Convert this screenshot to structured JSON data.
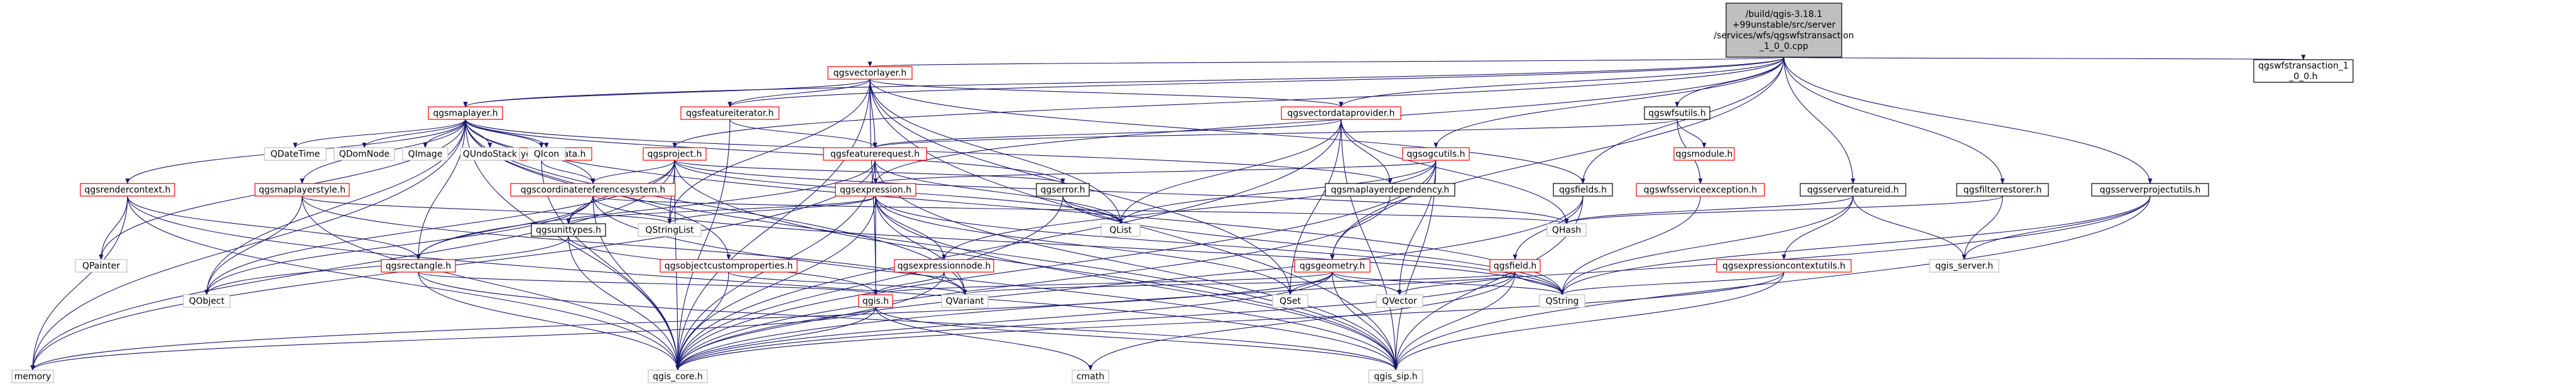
{
  "colors": {
    "edge": "#191970",
    "root_fill": "#bfbfbf",
    "box_stroke_red": "#ff0000",
    "box_stroke_gray": "#bfbfbf",
    "box_stroke_black": "#000000",
    "text": "#000000"
  },
  "nodes": [
    {
      "id": "root",
      "lines": [
        "/build/qgis-3.18.1",
        "+99unstable/src/server",
        "/services/wfs/qgswfstransaction",
        "_1_0_0.cpp"
      ],
      "style": "root"
    },
    {
      "id": "qgsvectorlayer",
      "lines": [
        "qgsvectorlayer.h"
      ],
      "style": "red"
    },
    {
      "id": "qgsmaplayer",
      "lines": [
        "qgsmaplayer.h"
      ],
      "style": "red"
    },
    {
      "id": "qgsfeatureiterator",
      "lines": [
        "qgsfeatureiterator.h"
      ],
      "style": "red"
    },
    {
      "id": "qgsfeaturerequest",
      "lines": [
        "qgsfeaturerequest.h"
      ],
      "style": "red"
    },
    {
      "id": "qgsvectordataprovider",
      "lines": [
        "qgsvectordataprovider.h"
      ],
      "style": "red"
    },
    {
      "id": "qgsproject",
      "lines": [
        "qgsproject.h"
      ],
      "style": "red"
    },
    {
      "id": "qgsogcutils",
      "lines": [
        "qgsogcutils.h"
      ],
      "style": "red"
    },
    {
      "id": "qgswfsutils",
      "lines": [
        "qgswfsutils.h"
      ],
      "style": "black"
    },
    {
      "id": "qgswfstransaction",
      "lines": [
        "qgswfstransaction_1",
        "_0_0.h"
      ],
      "style": "black"
    },
    {
      "id": "qgsmodule",
      "lines": [
        "qgsmodule.h"
      ],
      "style": "red"
    },
    {
      "id": "qgsrendercontext",
      "lines": [
        "qgsrendercontext.h"
      ],
      "style": "red"
    },
    {
      "id": "qgsmaplayerstyle",
      "lines": [
        "qgsmaplayerstyle.h"
      ],
      "style": "red"
    },
    {
      "id": "qgslayermetadata",
      "lines": [
        "qgslayermetadata.h"
      ],
      "style": "red"
    },
    {
      "id": "qgscoordinatereferencesystem",
      "lines": [
        "qgscoordinatereferencesystem.h"
      ],
      "style": "red"
    },
    {
      "id": "qgsobjectcustomproperties",
      "lines": [
        "qgsobjectcustomproperties.h"
      ],
      "style": "red"
    },
    {
      "id": "qgsexpression",
      "lines": [
        "qgsexpression.h"
      ],
      "style": "red"
    },
    {
      "id": "qgserror",
      "lines": [
        "qgserror.h"
      ],
      "style": "black"
    },
    {
      "id": "qgsmaplayerdependency",
      "lines": [
        "qgsmaplayerdependency.h"
      ],
      "style": "black"
    },
    {
      "id": "qgsfields",
      "lines": [
        "qgsfields.h"
      ],
      "style": "black"
    },
    {
      "id": "qgswfsserviceexception",
      "lines": [
        "qgswfsserviceexception.h"
      ],
      "style": "red"
    },
    {
      "id": "qgsserverfeatureid",
      "lines": [
        "qgsserverfeatureid.h"
      ],
      "style": "black"
    },
    {
      "id": "qgsfilterrestorer",
      "lines": [
        "qgsfilterrestorer.h"
      ],
      "style": "black"
    },
    {
      "id": "qgsserverprojectutils",
      "lines": [
        "qgsserverprojectutils.h"
      ],
      "style": "black"
    },
    {
      "id": "QDateTime",
      "lines": [
        "QDateTime"
      ],
      "style": "gray"
    },
    {
      "id": "QDomNode",
      "lines": [
        "QDomNode"
      ],
      "style": "gray"
    },
    {
      "id": "QImage",
      "lines": [
        "QImage"
      ],
      "style": "gray"
    },
    {
      "id": "QUndoStack",
      "lines": [
        "QUndoStack"
      ],
      "style": "gray"
    },
    {
      "id": "QIcon",
      "lines": [
        "QIcon"
      ],
      "style": "gray"
    },
    {
      "id": "qgsrectangle",
      "lines": [
        "qgsrectangle.h"
      ],
      "style": "red"
    },
    {
      "id": "qgsunittypes",
      "lines": [
        "qgsunittypes.h"
      ],
      "style": "black"
    },
    {
      "id": "QStringList",
      "lines": [
        "QStringList"
      ],
      "style": "gray"
    },
    {
      "id": "qgsexpressionnode",
      "lines": [
        "qgsexpressionnode.h"
      ],
      "style": "red"
    },
    {
      "id": "QList",
      "lines": [
        "QList"
      ],
      "style": "gray"
    },
    {
      "id": "qgsgeometry",
      "lines": [
        "qgsgeometry.h"
      ],
      "style": "red"
    },
    {
      "id": "qgsfield",
      "lines": [
        "qgsfield.h"
      ],
      "style": "red"
    },
    {
      "id": "qgsexpressioncontextutils",
      "lines": [
        "qgsexpressioncontextutils.h"
      ],
      "style": "red"
    },
    {
      "id": "QHash",
      "lines": [
        "QHash"
      ],
      "style": "gray"
    },
    {
      "id": "qgis_server",
      "lines": [
        "qgis_server.h"
      ],
      "style": "gray"
    },
    {
      "id": "QPainter",
      "lines": [
        "QPainter"
      ],
      "style": "gray"
    },
    {
      "id": "QObject",
      "lines": [
        "QObject"
      ],
      "style": "gray"
    },
    {
      "id": "qgis",
      "lines": [
        "qgis.h"
      ],
      "style": "red"
    },
    {
      "id": "QVariant",
      "lines": [
        "QVariant"
      ],
      "style": "gray"
    },
    {
      "id": "QSet",
      "lines": [
        "QSet"
      ],
      "style": "gray"
    },
    {
      "id": "QVector",
      "lines": [
        "QVector"
      ],
      "style": "gray"
    },
    {
      "id": "QString",
      "lines": [
        "QString"
      ],
      "style": "gray"
    },
    {
      "id": "memory",
      "lines": [
        "memory"
      ],
      "style": "gray"
    },
    {
      "id": "qgis_core",
      "lines": [
        "qgis_core.h"
      ],
      "style": "gray"
    },
    {
      "id": "cmath",
      "lines": [
        "cmath"
      ],
      "style": "gray"
    },
    {
      "id": "qgis_sip",
      "lines": [
        "qgis_sip.h"
      ],
      "style": "gray"
    }
  ],
  "edges": [
    [
      "root",
      "qgsvectorlayer"
    ],
    [
      "root",
      "qgsmaplayer"
    ],
    [
      "root",
      "qgsfeatureiterator"
    ],
    [
      "root",
      "qgsvectordataprovider"
    ],
    [
      "root",
      "qgsproject"
    ],
    [
      "root",
      "qgsogcutils"
    ],
    [
      "root",
      "qgswfsutils"
    ],
    [
      "root",
      "qgswfstransaction"
    ],
    [
      "root",
      "qgsexpression"
    ],
    [
      "root",
      "qgsfields"
    ],
    [
      "root",
      "qgsgeometry"
    ],
    [
      "root",
      "qgsserverfeatureid"
    ],
    [
      "root",
      "qgsfilterrestorer"
    ],
    [
      "root",
      "qgsserverprojectutils"
    ],
    [
      "qgsvectorlayer",
      "qgsmaplayer"
    ],
    [
      "qgsvectorlayer",
      "qgsfeatureiterator"
    ],
    [
      "qgsvectorlayer",
      "qgsfeaturerequest"
    ],
    [
      "qgsvectorlayer",
      "qgsvectordataprovider"
    ],
    [
      "qgsvectorlayer",
      "qgsfields"
    ],
    [
      "qgsvectorlayer",
      "QList"
    ],
    [
      "qgsvectorlayer",
      "QSet"
    ],
    [
      "qgsvectorlayer",
      "qgis"
    ],
    [
      "qgsvectorlayer",
      "qgis_core"
    ],
    [
      "qgsvectorlayer",
      "qgis_sip"
    ],
    [
      "qgsvectorlayer",
      "QStringList"
    ],
    [
      "qgsmaplayer",
      "QDateTime"
    ],
    [
      "qgsmaplayer",
      "QDomNode"
    ],
    [
      "qgsmaplayer",
      "QImage"
    ],
    [
      "qgsmaplayer",
      "QUndoStack"
    ],
    [
      "qgsmaplayer",
      "QIcon"
    ],
    [
      "qgsmaplayer",
      "qgsrendercontext"
    ],
    [
      "qgsmaplayer",
      "qgsmaplayerstyle"
    ],
    [
      "qgsmaplayer",
      "qgslayermetadata"
    ],
    [
      "qgsmaplayer",
      "qgscoordinatereferencesystem"
    ],
    [
      "qgsmaplayer",
      "qgsobjectcustomproperties"
    ],
    [
      "qgsmaplayer",
      "qgserror"
    ],
    [
      "qgsmaplayer",
      "qgsmaplayerdependency"
    ],
    [
      "qgsmaplayer",
      "qgsrectangle"
    ],
    [
      "qgsmaplayer",
      "QObject"
    ],
    [
      "qgsmaplayer",
      "QPainter"
    ],
    [
      "qgsmaplayer",
      "qgis_core"
    ],
    [
      "qgsmaplayer",
      "qgis_sip"
    ],
    [
      "qgsmaplayer",
      "memory"
    ],
    [
      "qgsmaplayer",
      "QVariant"
    ],
    [
      "qgsmaplayer",
      "QString"
    ],
    [
      "qgsfeatureiterator",
      "qgsfeaturerequest"
    ],
    [
      "qgsfeatureiterator",
      "qgis_core"
    ],
    [
      "qgsfeaturerequest",
      "qgsexpression"
    ],
    [
      "qgsfeaturerequest",
      "qgsrectangle"
    ],
    [
      "qgsfeaturerequest",
      "QList"
    ],
    [
      "qgsfeaturerequest",
      "qgis_core"
    ],
    [
      "qgsfeaturerequest",
      "qgis_sip"
    ],
    [
      "qgsfeaturerequest",
      "memory"
    ],
    [
      "qgsvectordataprovider",
      "qgsfeaturerequest"
    ],
    [
      "qgsvectordataprovider",
      "qgsmaplayerdependency"
    ],
    [
      "qgsvectordataprovider",
      "QHash"
    ],
    [
      "qgsvectordataprovider",
      "QList"
    ],
    [
      "qgsvectordataprovider",
      "QSet"
    ],
    [
      "qgsvectordataprovider",
      "qgis_core"
    ],
    [
      "qgsvectordataprovider",
      "qgis_sip"
    ],
    [
      "qgsproject",
      "qgscoordinatereferencesystem"
    ],
    [
      "qgsproject",
      "qgsunittypes"
    ],
    [
      "qgsproject",
      "QStringList"
    ],
    [
      "qgsproject",
      "QList"
    ],
    [
      "qgsproject",
      "QHash"
    ],
    [
      "qgsproject",
      "qgis_core"
    ],
    [
      "qgsproject",
      "qgis_sip"
    ],
    [
      "qgsproject",
      "memory"
    ],
    [
      "qgsproject",
      "QObject"
    ],
    [
      "qgsproject",
      "qgserror"
    ],
    [
      "qgsogcutils",
      "qgsexpression"
    ],
    [
      "qgsogcutils",
      "qgsgeometry"
    ],
    [
      "qgsogcutils",
      "qgsexpressionnode"
    ],
    [
      "qgsogcutils",
      "QList"
    ],
    [
      "qgsogcutils",
      "QVector"
    ],
    [
      "qgsogcutils",
      "qgis_core"
    ],
    [
      "qgsogcutils",
      "qgis_sip"
    ],
    [
      "qgswfsutils",
      "qgsmodule"
    ],
    [
      "qgswfsutils",
      "qgswfsserviceexception"
    ],
    [
      "qgswfsutils",
      "qgsfeaturerequest"
    ],
    [
      "qgswfsserviceexception",
      "QString"
    ],
    [
      "qgsrendercontext",
      "QPainter"
    ],
    [
      "qgsrendercontext",
      "memory"
    ],
    [
      "qgsrendercontext",
      "qgis_core"
    ],
    [
      "qgsrendercontext",
      "qgsrectangle"
    ],
    [
      "qgsrendercontext",
      "qgis_sip"
    ],
    [
      "qgsmaplayerstyle",
      "QObject"
    ],
    [
      "qgsmaplayerstyle",
      "qgis_core"
    ],
    [
      "qgsmaplayerstyle",
      "QStringList"
    ],
    [
      "qgsmaplayerstyle",
      "QVariant"
    ],
    [
      "qgslayermetadata",
      "qgscoordinatereferencesystem"
    ],
    [
      "qgslayermetadata",
      "qgis_core"
    ],
    [
      "qgscoordinatereferencesystem",
      "qgsrectangle"
    ],
    [
      "qgscoordinatereferencesystem",
      "qgsunittypes"
    ],
    [
      "qgscoordinatereferencesystem",
      "QString"
    ],
    [
      "qgscoordinatereferencesystem",
      "QHash"
    ],
    [
      "qgscoordinatereferencesystem",
      "qgis_core"
    ],
    [
      "qgscoordinatereferencesystem",
      "qgis_sip"
    ],
    [
      "qgscoordinatereferencesystem",
      "QObject"
    ],
    [
      "qgsobjectcustomproperties",
      "qgis_core"
    ],
    [
      "qgsobjectcustomproperties",
      "QVariant"
    ],
    [
      "qgsexpression",
      "qgsexpressionnode"
    ],
    [
      "qgsexpression",
      "qgsunittypes"
    ],
    [
      "qgsexpression",
      "QStringList"
    ],
    [
      "qgsexpression",
      "QVariant"
    ],
    [
      "qgsexpression",
      "QSet"
    ],
    [
      "qgsexpression",
      "qgis"
    ],
    [
      "qgsexpression",
      "QString"
    ],
    [
      "qgsexpression",
      "qgis_core"
    ],
    [
      "qgsexpression",
      "qgis_sip"
    ],
    [
      "qgserror",
      "QList"
    ],
    [
      "qgserror",
      "QString"
    ],
    [
      "qgserror",
      "qgis_core"
    ],
    [
      "qgsmaplayerdependency",
      "qgis_core"
    ],
    [
      "qgsfields",
      "qgsfield"
    ],
    [
      "qgsfields",
      "qgis_core"
    ],
    [
      "qgsfields",
      "qgis_sip"
    ],
    [
      "qgsfield",
      "QString"
    ],
    [
      "qgsfield",
      "QVariant"
    ],
    [
      "qgsfield",
      "QVector"
    ],
    [
      "qgsfield",
      "qgis_core"
    ],
    [
      "qgsfield",
      "qgis_sip"
    ],
    [
      "qgsfield",
      "cmath"
    ],
    [
      "qgsserverfeatureid",
      "qgsexpressioncontextutils"
    ],
    [
      "qgsserverfeatureid",
      "QHash"
    ],
    [
      "qgsserverfeatureid",
      "QString"
    ],
    [
      "qgsserverfeatureid",
      "qgis_server"
    ],
    [
      "qgsfilterrestorer",
      "QHash"
    ],
    [
      "qgsfilterrestorer",
      "qgis_server"
    ],
    [
      "qgsserverprojectutils",
      "qgis_server"
    ],
    [
      "qgsserverprojectutils",
      "qgis_core"
    ],
    [
      "qgsserverprojectutils",
      "qgis_sip"
    ],
    [
      "qgsserverprojectutils",
      "QString"
    ],
    [
      "qgsexpressioncontextutils",
      "qgis_core"
    ],
    [
      "qgsexpressioncontextutils",
      "qgis_sip"
    ],
    [
      "qgsexpressioncontextutils",
      "QString"
    ],
    [
      "qgsrectangle",
      "qgis"
    ],
    [
      "qgsrectangle",
      "qgis_core"
    ],
    [
      "qgsrectangle",
      "qgis_sip"
    ],
    [
      "qgsunittypes",
      "qgis"
    ],
    [
      "qgsunittypes",
      "qgis_core"
    ],
    [
      "qgsunittypes",
      "QObject"
    ],
    [
      "qgsexpressionnode",
      "QVariant"
    ],
    [
      "qgsexpressionnode",
      "qgis"
    ],
    [
      "qgsexpressionnode",
      "qgis_core"
    ],
    [
      "qgsgeometry",
      "QSet"
    ],
    [
      "qgsgeometry",
      "QString"
    ],
    [
      "qgsgeometry",
      "QVector"
    ],
    [
      "qgsgeometry",
      "qgis_core"
    ],
    [
      "qgsgeometry",
      "qgis_sip"
    ],
    [
      "qgsgeometry",
      "memory"
    ],
    [
      "qgsgeometry",
      "qgis"
    ],
    [
      "qgis",
      "memory"
    ],
    [
      "qgis",
      "qgis_core"
    ],
    [
      "qgis",
      "cmath"
    ],
    [
      "qgis",
      "qgis_sip"
    ]
  ]
}
